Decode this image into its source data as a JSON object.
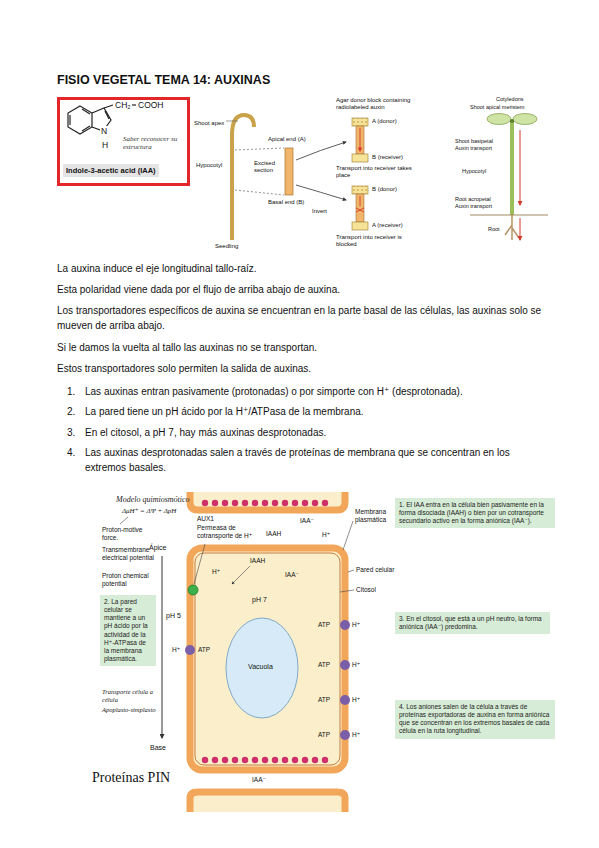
{
  "diagram": {
    "title": "FISIO VEGETAL TEMA 14: AUXINAS",
    "nodes": [
      {
        "text": [
          "Saber reconocer su estructura"
        ]
      },
      {
        "text": [
          "Indole-3-acetic acid (IAA)"
        ],
        "in": 0
      },
      {
        "text": [
          "1. El IAA entra en la célula bien pasivamente en la forma disociada (IAAH) o bien por un cotransporte secundario activo en la forma aniónica (IAA⁻)."
        ]
      },
      {
        "text": [
          "2. La pared celular se mantiene a un pH ácido por la actividad de la H⁺-ATPasa de la membrana plasmática."
        ]
      },
      {
        "text": [
          "3. En el citosol, que está a un pH neutro, la forma aniónica (IAA⁻) predomina."
        ]
      },
      {
        "text": [
          "4. Los aniones salen de la célula a través de proteínas exportadoras de auxina en forma aniónica que se concentran en los extremos basales de cada célula en la ruta longitudinal."
        ]
      }
    ],
    "labels": [
      "CH₂",
      "COOH",
      "N",
      "H",
      "Shoot apex",
      "Hypocotyl",
      "Seedling",
      "Apical end (A)",
      "Excised section",
      "Basal end (B)",
      "Invert",
      "Agar donor block containing radiolabeled auxin",
      "A (donor)",
      "B (receiver)",
      "Transport into receiver takes place",
      "B (donor)",
      "A (receiver)",
      "Transport into receiver is blocked",
      "Cotyledons",
      "Shoot apical meristem",
      "Shoot basipetal Auxin transport",
      "Hypocotyl",
      "Root acropetal Auxin transport",
      "Root",
      "La auxina induce el eje longitudinal tallo-raíz.",
      "Esta polaridad viene dada por el flujo de arriba abajo de auxina.",
      "Los transportadores específicos de auxina se encuentran en la parte basal de las células, las auxinas solo se mueven de arriba abajo.",
      "Si le damos la vuelta al tallo las auxinas no se transportan.",
      "Estos transportadores solo permiten la salida de auxinas.",
      "1.",
      "Las auxinas entran pasivamente (protonadas) o por simporte con H⁺ (desprotonada).",
      "2.",
      "La pared tiene un pH ácido por la H⁺/ATPasa de la membrana.",
      "3.",
      "En el citosol, a pH 7, hay más auxinas desprotonadas.",
      "4.",
      "Las auxinas desprotonadas salen a través de proteínas de membrana que se concentran en los extremos basales.",
      "Modelo quimiosmótico",
      "ΔμH⁺ = ΔΨ + ΔpH",
      "Proton-motive force.",
      "Transmembrane electrical potential",
      "Proton chemical potential",
      "Transporte célula a célula",
      "Apoplasto-simplasto",
      "Ápice",
      "Base",
      "Proteínas PIN",
      "AUX1",
      "Permeasa de cotransporte de H⁺",
      "H⁺",
      "IAA⁻",
      "IAAH",
      "IAAH",
      "IAA⁻",
      "H⁺",
      "pH 5",
      "pH 7",
      "Vacuola",
      "ATP",
      "ATP",
      "ATP",
      "ATP",
      "H⁺",
      "H⁺",
      "H⁺",
      "H⁺",
      "ATP",
      "H⁺",
      "IAA⁻",
      "Membrana plasmática",
      "Pared celular",
      "Citosol"
    ]
  }
}
